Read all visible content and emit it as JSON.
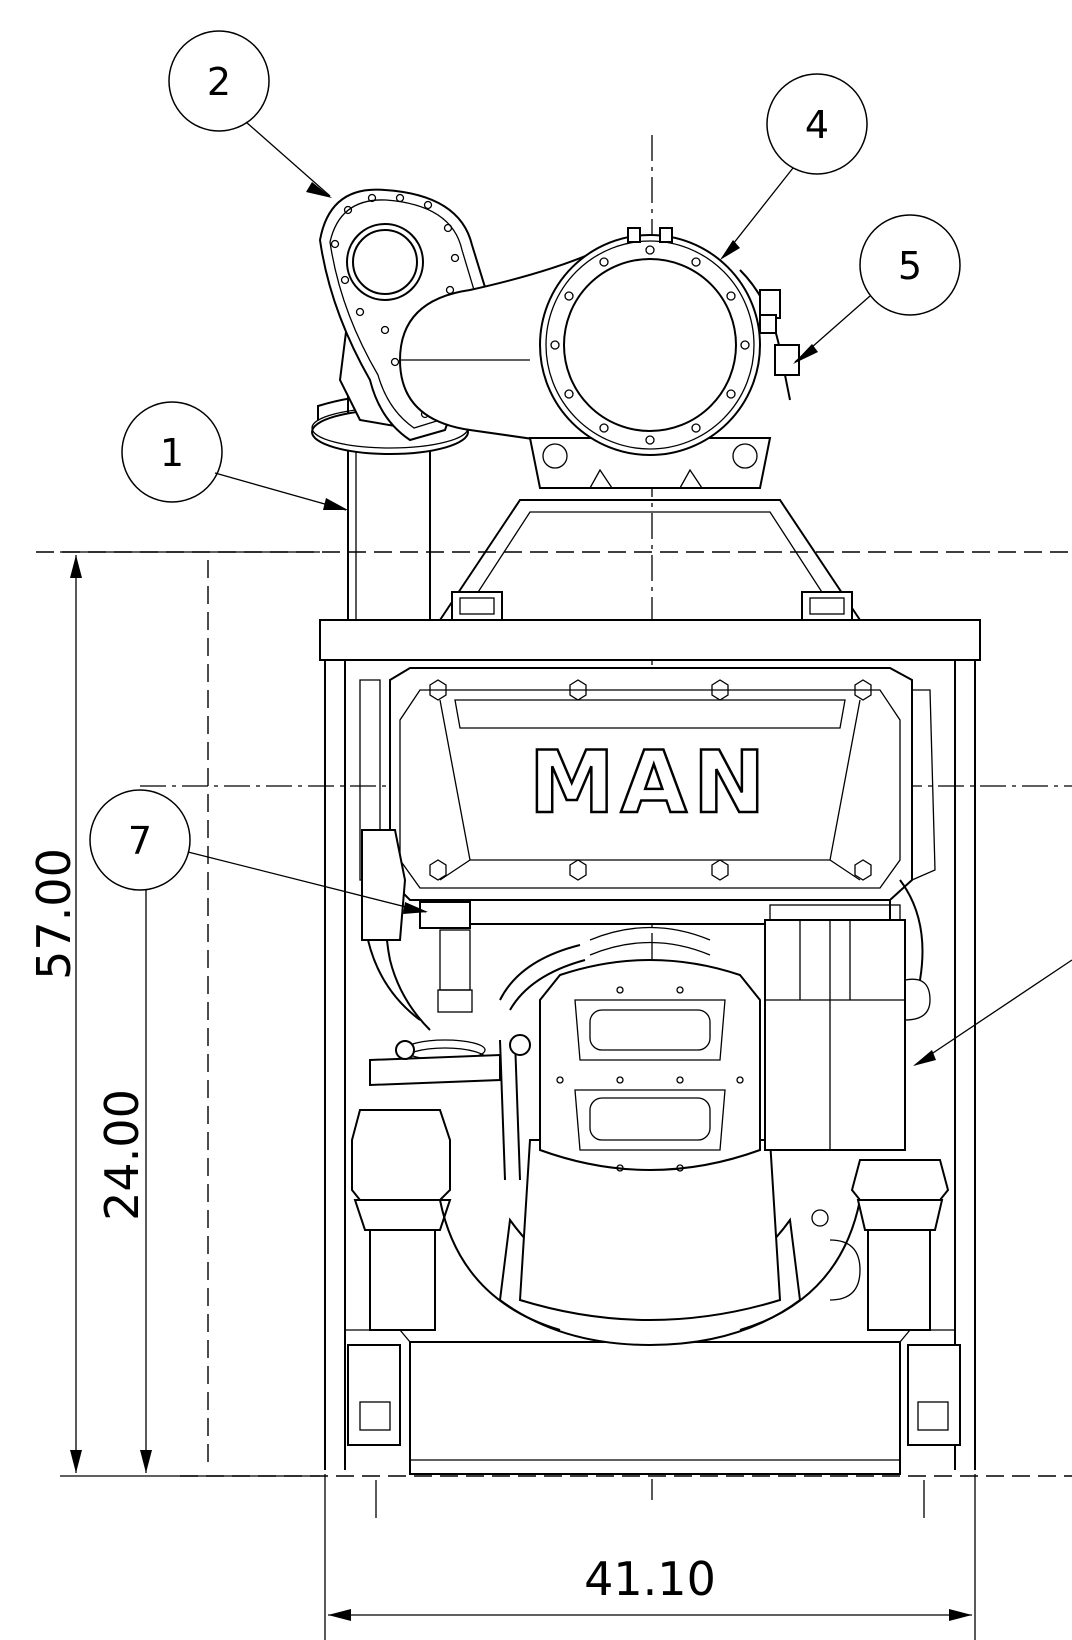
{
  "dimensions": {
    "height_overall": "57.00",
    "height_mount": "24.00",
    "width_overall": "41.10"
  },
  "balloons": {
    "b1": "1",
    "b2": "2",
    "b4": "4",
    "b5": "5",
    "b7": "7"
  },
  "engine_logo": "MAN"
}
